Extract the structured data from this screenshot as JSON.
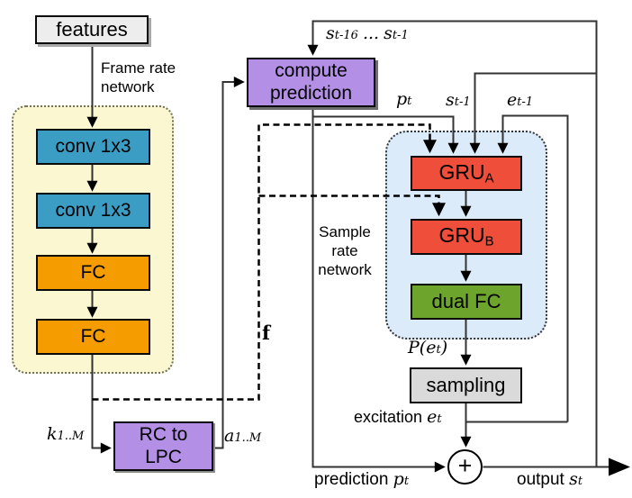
{
  "boxes": {
    "features": {
      "label": "features"
    },
    "conv1": {
      "label": "conv 1x3"
    },
    "conv2": {
      "label": "conv 1x3"
    },
    "fc1": {
      "label": "FC"
    },
    "fc2": {
      "label": "FC"
    },
    "compute_prediction": {
      "line1": "compute",
      "line2": "prediction"
    },
    "rc_to_lpc": {
      "line1": "RC to",
      "line2": "LPC"
    },
    "gru_a": {
      "base": "GRU",
      "sub": "A"
    },
    "gru_b": {
      "base": "GRU",
      "sub": "B"
    },
    "dual_fc": {
      "label": "dual FC"
    },
    "sampling": {
      "label": "sampling"
    },
    "adder": {
      "symbol": "+"
    }
  },
  "regions": {
    "frame_rate": {
      "line1": "Frame rate",
      "line2": "network"
    },
    "sample_rate": {
      "line1": "Sample",
      "line2": "rate",
      "line3": "network"
    }
  },
  "signals": {
    "history": {
      "s1": "s",
      "sub1": "t-16",
      "dots": "...",
      "s2": "s",
      "sub2": "t-1"
    },
    "p_t": {
      "base": "p",
      "sub": "t"
    },
    "s_prev": {
      "base": "s",
      "sub": "t-1"
    },
    "e_prev": {
      "base": "e",
      "sub": "t-1"
    },
    "f_vector": {
      "base": "f"
    },
    "k_coeffs": {
      "base": "k",
      "sub": "1..M"
    },
    "a_coeffs": {
      "base": "a",
      "sub": "1..M"
    },
    "prob": {
      "pre": "P(",
      "base": "e",
      "sub": "t",
      "post": ")"
    },
    "excitation": {
      "word": "excitation",
      "base": "e",
      "sub": "t"
    },
    "prediction": {
      "word": "prediction",
      "base": "p",
      "sub": "t"
    },
    "output": {
      "word": "output",
      "base": "s",
      "sub": "t"
    }
  },
  "colors": {
    "frame_network_bg": "#fbf7d0",
    "sample_network_bg": "#dcebf9",
    "conv_box": "#3b9dc4",
    "fc_box": "#f59d00",
    "gru_box": "#ef4f3a",
    "dual_fc_box": "#6ca42c",
    "purple_box": "#b38fe5",
    "features_box": "#ededed",
    "sampling_box": "#dadada",
    "line": "#333333"
  }
}
